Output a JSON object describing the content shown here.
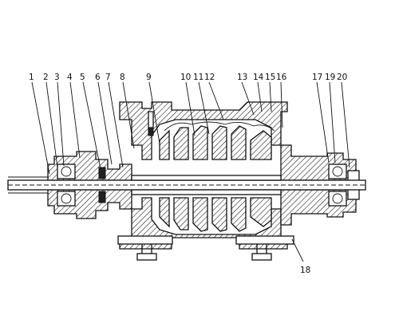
{
  "diagram": {
    "part_numbers": [
      "1",
      "2",
      "3",
      "4",
      "5",
      "6",
      "7",
      "8",
      "9",
      "10",
      "11",
      "12",
      "13",
      "14",
      "15",
      "16",
      "17",
      "19",
      "20"
    ],
    "bottom_label": "18"
  }
}
